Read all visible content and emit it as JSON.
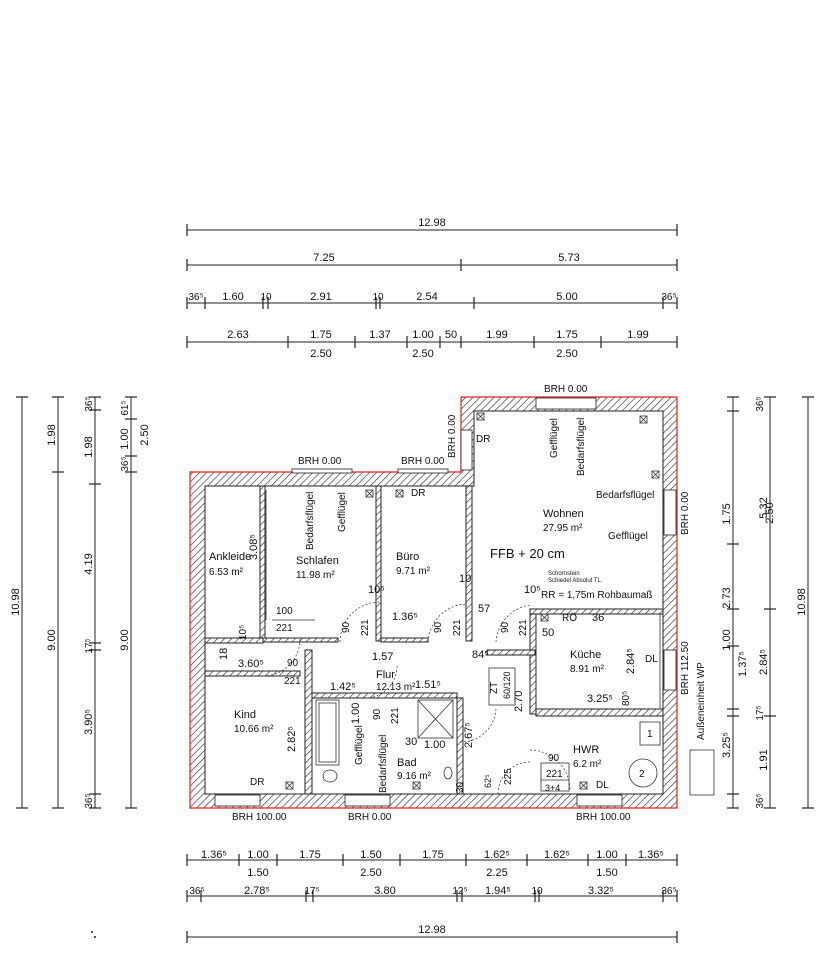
{
  "overall": {
    "top": "12.98",
    "bottom": "12.98",
    "left": "10.98",
    "right": "10.98"
  },
  "top_dims": {
    "row2": [
      "7.25",
      "5.73"
    ],
    "row3": [
      "36⁵",
      "1.60",
      "10",
      "2.91",
      "10",
      "2.54",
      "5.00",
      "36⁵"
    ],
    "row4": [
      "2.63",
      "1.75",
      "1.37",
      "1.00",
      "50",
      "1.99",
      "1.75",
      "1.99"
    ],
    "row4b": [
      "2.50",
      "2.50",
      "2.50"
    ]
  },
  "bottom_dims": {
    "row1": [
      "1.36⁵",
      "1.00",
      "1.75",
      "1.50",
      "1.75",
      "1.62⁵",
      "1.62⁵",
      "1.00",
      "1.36⁵"
    ],
    "row1b": [
      "1.50",
      "2.50",
      "2.25",
      "1.50"
    ],
    "row2": [
      "36⁵",
      "2.78⁵",
      "17⁵",
      "3.80",
      "12⁵",
      "1.94⁵",
      "10",
      "3.32⁵",
      "36⁵"
    ]
  },
  "left_dims": {
    "outer": "10.98",
    "mid": [
      "1.98",
      "9.00"
    ],
    "inner": [
      "36⁵",
      "1.98",
      "4.19",
      "17⁵",
      "3.90⁵",
      "36⁵"
    ],
    "col3": [
      "61⁵",
      "1.00",
      "36⁵",
      "2.50",
      "9.00"
    ]
  },
  "right_dims": {
    "outer": "10.98",
    "mid": [
      "2.50",
      "5.32",
      "2.84⁵"
    ],
    "inner": [
      "36⁵",
      "1.75",
      "2.73",
      "1.00",
      "1.37⁵",
      "17⁵",
      "1.91",
      "3.25⁵",
      "36⁵"
    ]
  },
  "rooms": [
    {
      "name": "Ankleide",
      "area": "6.53 m²"
    },
    {
      "name": "Schlafen",
      "area": "11.98 m²"
    },
    {
      "name": "Büro",
      "area": "9.71 m²"
    },
    {
      "name": "Wohnen",
      "area": "27.95 m²"
    },
    {
      "name": "Küche",
      "area": "8.91 m²"
    },
    {
      "name": "Flur",
      "area": "12.13 m²"
    },
    {
      "name": "Kind",
      "area": "10.66 m²"
    },
    {
      "name": "Bad",
      "area": "9.16 m²"
    },
    {
      "name": "HWR",
      "area": "6.2 m²"
    }
  ],
  "labels": {
    "brh_top1": "BRH 0.00",
    "brh_top2": "BRH 0.00",
    "brh_top3": "BRH 0.00",
    "brh_vert": "BRH 0.00",
    "brh_right": "BRH 0.00",
    "brh_right2": "BRH 112.50",
    "brh_bot1": "BRH 100.00",
    "brh_bot2": "BRH 0.00",
    "brh_bot3": "BRH 100.00",
    "ffb": "FFB + 20 cm",
    "schornstein1": "Schornstein",
    "schornstein2": "Schiedel Absolut TL",
    "rr": "RR = 1,75m Rohbaumaß",
    "dr1": "DR",
    "dr2": "DR",
    "dr3": "DR",
    "dl1": "DL",
    "dl2": "DL",
    "ro": "RÖ",
    "zt": "ZT",
    "zt_dim": "60/120",
    "gefluegel": "Gefflügel",
    "bedarfs": "Bedarfsflügel",
    "aussen": "Außeneinheit WP",
    "n100": "100",
    "n221a": "221",
    "n90a": "90",
    "n221b": "221",
    "n90b": "90",
    "n221c": "221",
    "n90c": "90",
    "n221d": "221",
    "n90d": "90",
    "n221e": "221",
    "n90e": "90",
    "n221f": "221",
    "n90f": "90",
    "n225": "225",
    "n3p4": "3+4",
    "d308": "3.08⁵",
    "d105a": "10⁵",
    "d136": "1.36⁵",
    "d105b": "10⁵",
    "d57": "57",
    "d10": "10",
    "d50": "50",
    "d36": "36",
    "d18": "18",
    "d105c": "10⁵",
    "d360": "3.60⁵",
    "d157": "1.57",
    "d84": "84⁵",
    "d284": "2.84⁵",
    "d142": "1.42⁵",
    "d151": "1.51⁵",
    "d270": "2.70",
    "d325": "3.25⁵",
    "d80": "80⁵",
    "d100a": "1.00",
    "d100b": "1.00",
    "d282": "2.82⁵",
    "d30": "30",
    "d267": "2.67⁵",
    "d30b": "30",
    "d625": "62⁵",
    "one": "1",
    "two": "2"
  }
}
